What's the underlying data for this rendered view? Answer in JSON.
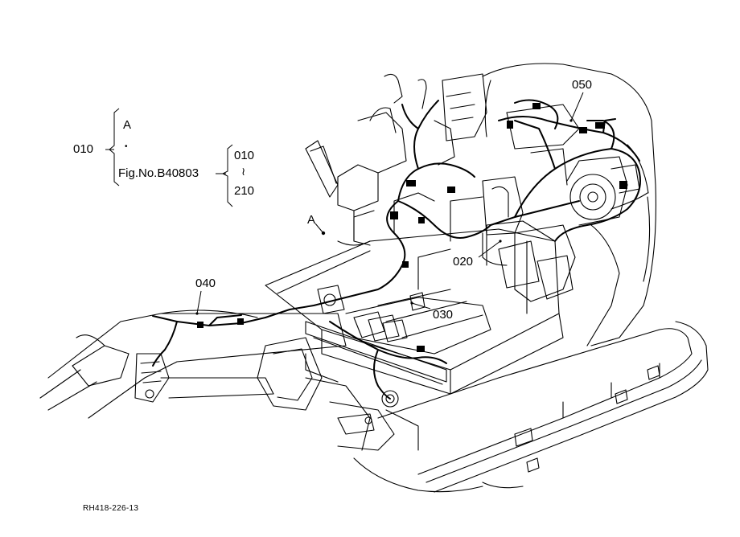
{
  "callouts": {
    "ref_main": "010",
    "ref_a_letter": "A",
    "ref_bullet": "•",
    "ref_fig": "Fig.No.B40803",
    "range_start": "010",
    "range_tilde": "≀",
    "range_end": "210",
    "view_a": "A",
    "part_020": "020",
    "part_030": "030",
    "part_040": "040",
    "part_050": "050"
  },
  "drawing_code": "RH418-226-13"
}
